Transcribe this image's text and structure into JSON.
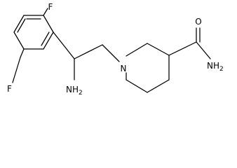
{
  "molecule": {
    "labels": {
      "f_top": "F",
      "f_bottom": "F",
      "amine": "NH",
      "amine_subscript": "2",
      "ring_nitrogen": "N",
      "carbonyl_oxygen": "O",
      "amide": "NH",
      "amide_subscript": "2"
    },
    "colors": {
      "bond": "#000000",
      "text": "#000000",
      "background": "#ffffff"
    }
  }
}
